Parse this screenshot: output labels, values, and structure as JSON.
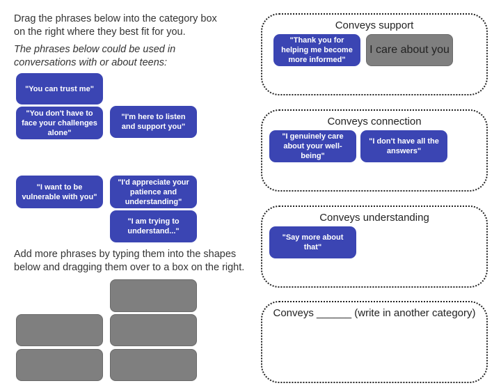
{
  "instructions": {
    "line1": "Drag the phrases below into the category box",
    "line2": "on the right where they best fit for you.",
    "italic1": "The phrases below could be used in",
    "italic2": "conversations with or about teens:",
    "add1": "Add more phrases by typing them into the shapes",
    "add2": "below and dragging them over to a box on the right."
  },
  "phrases": [
    "\"You can trust me\"",
    "\"You don't have to face your challenges alone\"",
    "\"I'm here to listen and support you\"",
    "\"I want to be vulnerable with you\"",
    "\"I'd appreciate your patience and understanding\"",
    "\"I am trying to understand...\""
  ],
  "categories": [
    {
      "title": "Conveys support",
      "chips": [
        "\"Thank you for helping me become more informed\""
      ],
      "typed": "I care about you"
    },
    {
      "title": "Conveys connection",
      "chips": [
        "\"I genuinely care about your well-being\"",
        "\"I don't have all the answers\""
      ]
    },
    {
      "title": "Conveys understanding",
      "chips": [
        "\"Say more about that\""
      ]
    },
    {
      "title": "Conveys ______ (write in another category)",
      "chips": []
    }
  ],
  "colors": {
    "chip": "#3b45b3",
    "blank": "#7f7f7f"
  }
}
